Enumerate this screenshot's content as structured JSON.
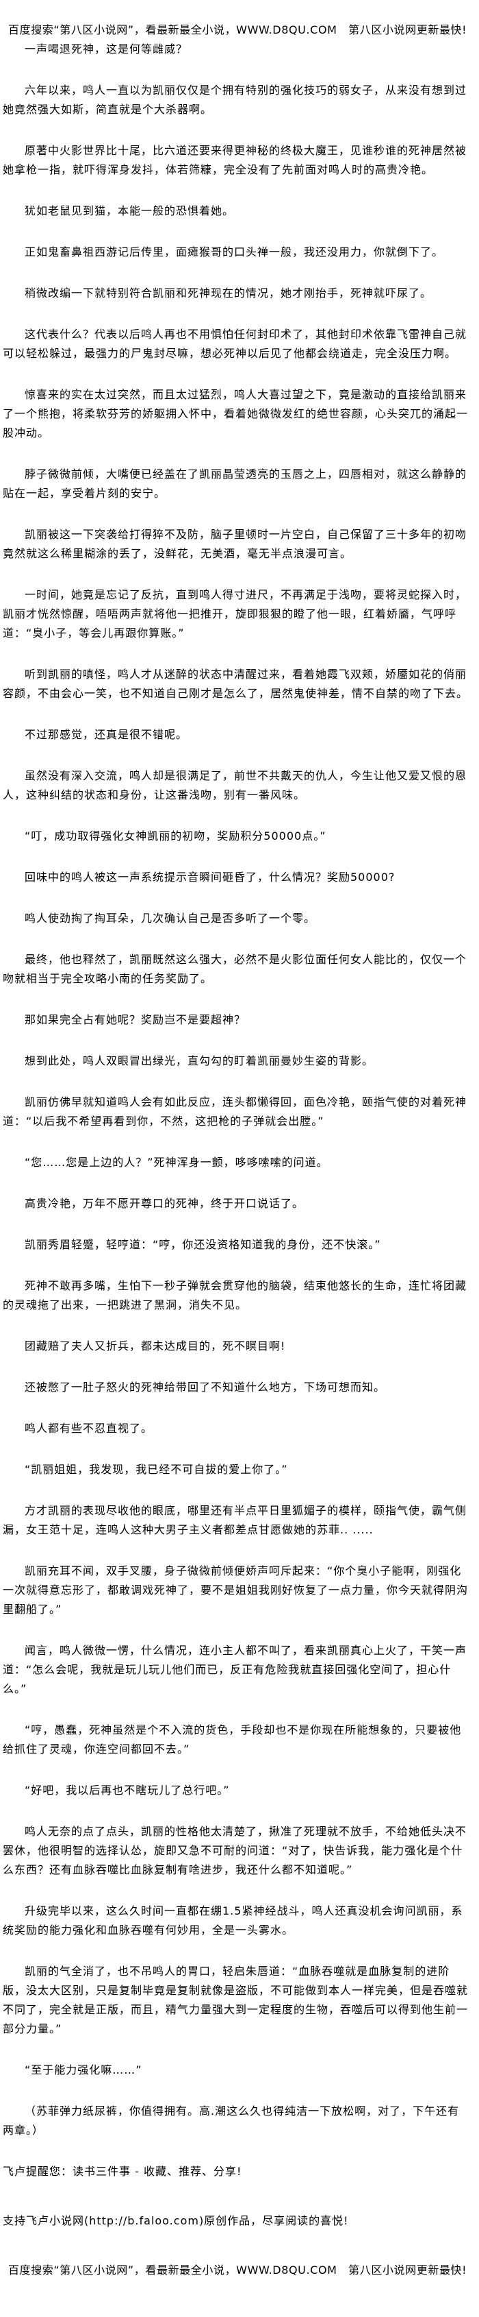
{
  "site_banner": "百度搜索“第八区小说网”，看最新最全小说，WWW.D8QU.COM　第八区小说网更新最快!",
  "paragraphs": [
    "一声喝退死神，这是何等雌威？",
    "六年以来，鸣人一直以为凯丽仅仅是个拥有特别的强化技巧的弱女子，从来没有想到过她竟然强大如斯，简直就是个大杀器啊。",
    "原著中火影世界比十尾，比六道还要来得更神秘的终极大魔王，见谁秒谁的死神居然被她拿枪一指，就吓得浑身发抖，体若筛糠，完全没有了先前面对鸣人时的高贵冷艳。",
    "犹如老鼠见到猫，本能一般的恐惧着她。",
    "正如鬼畜鼻祖西游记后传里，面瘫猴哥的口头禅一般，我还没用力，你就倒下了。",
    "稍微改编一下就特别符合凯丽和死神现在的情况，她才刚抬手，死神就吓尿了。",
    "这代表什么？代表以后鸣人再也不用惧怕任何封印术了，其他封印术依靠飞雷神自己就可以轻松躲过，最强力的尸鬼封尽嘛，想必死神以后见了他都会绕道走，完全没压力啊。",
    "惊喜来的实在太过突然，而且太过猛烈，鸣人大喜过望之下，竟是激动的直接给凯丽来了一个熊抱，将柔软芬芳的娇躯拥入怀中，看着她微微发红的绝世容颜，心头突兀的涌起一股冲动。",
    "脖子微微前倾，大嘴便已经盖在了凯丽晶莹透亮的玉唇之上，四唇相对，就这么静静的贴在一起，享受着片刻的安宁。",
    "凯丽被这一下突袭给打得猝不及防，脑子里顿时一片空白，自己保留了三十多年的初吻竟然就这么稀里糊涂的丢了，没鲜花，无美酒，毫无半点浪漫可言。",
    "一时间，她竟是忘记了反抗，直到鸣人得寸进尺，不再满足于浅吻，要将灵蛇探入时，凯丽才恍然惊醒，唔唔两声就将他一把推开，旋即狠狠的瞪了他一眼，红着娇靥，气呼呼道：“臭小子，等会儿再跟你算账。”",
    "听到凯丽的嗔怪，鸣人才从迷醉的状态中清醒过来，看着她霞飞双颊，娇靥如花的俏丽容颜，不由会心一笑，也不知道自己刚才是怎么了，居然鬼使神差，情不自禁的吻了下去。",
    "不过那感觉，还真是很不错呢。",
    "虽然没有深入交流，鸣人却是很满足了，前世不共戴天的仇人，今生让他又爱又恨的恩人，这种纠结的状态和身份，让这番浅吻，别有一番风味。",
    "“叮，成功取得强化女神凯丽的初吻，奖励积分50000点。”",
    "回味中的鸣人被这一声系统提示音瞬间砸昏了，什么情况？奖励50000?",
    "鸣人使劲掏了掏耳朵，几次确认自己是否多听了一个零。",
    "最终，他也释然了，凯丽既然这么强大，必然不是火影位面任何女人能比的，仅仅一个吻就相当于完全攻略小南的任务奖励了。",
    "那如果完全占有她呢？奖励岂不是要超神？",
    "想到此处，鸣人双眼冒出绿光，直勾勾的盯着凯丽曼妙生姿的背影。",
    "凯丽仿佛早就知道鸣人会有如此反应，连头都懒得回，面色冷艳，颐指气使的对着死神道：“以后我不希望再看到你，不然，这把枪的子弹就会出膛。”",
    "“您……您是上边的人？”死神浑身一颤，哆哆嗦嗦的问道。",
    "高贵冷艳，万年不愿开尊口的死神，终于开口说话了。",
    "凯丽秀眉轻蹙，轻哼道：“哼，你还没资格知道我的身份，还不快滚。”",
    "死神不敢再多嘴，生怕下一秒子弹就会贯穿他的脑袋，结束他悠长的生命，连忙将团藏的灵魂拖了出来，一把跳进了黑洞，消失不见。",
    "团藏赔了夫人又折兵，都未达成目的，死不瞑目啊!",
    "还被憋了一肚子怒火的死神给带回了不知道什么地方，下场可想而知。",
    "鸣人都有些不忍直视了。",
    "“凯丽姐姐，我发现，我已经不可自拔的爱上你了。”",
    "方才凯丽的表现尽收他的眼底，哪里还有半点平日里狐媚子的模样，颐指气使，霸气侧漏，女王范十足，连鸣人这种大男子主义者都差点甘愿做她的苏菲.. .....",
    "凯丽充耳不闻，双手叉腰，身子微微前倾便娇声呵斥起来：“你个臭小子能啊，刚强化一次就得意忘形了，都敢调戏死神了，要不是姐姐我刚好恢复了一点力量，你今天就得阴沟里翻船了。”",
    "闻言，鸣人微微一愣，什么情况，连小主人都不叫了，看来凯丽真心上火了，干笑一声道：“怎么会呢，我就是玩儿玩儿他们而已，反正有危险我就直接回强化空间了，担心什么。”",
    "“哼，愚蠢，死神虽然是个不入流的货色，手段却也不是你现在所能想象的，只要被他给抓住了灵魂，你连空间都回不去。”",
    "“好吧，我以后再也不瞎玩儿了总行吧。”",
    "鸣人无奈的点了点头，凯丽的性格他太清楚了，揪准了死理就不放手，不给她低头决不罢休，他很明智的选择认怂，旋即又急不可耐的问道：“对了，快告诉我，能力强化是个什么东西？还有血脉吞噬比血脉复制有啥进步，我还什么都不知道呢。”",
    "升级完毕以来，这么久时间一直都在绷1.5紧神经战斗，鸣人还真没机会询问凯丽，系统奖励的能力强化和血脉吞噬有何妙用，全是一头雾水。",
    "凯丽的气全消了，也不吊鸣人的胃口，轻启朱唇道：“血脉吞噬就是血脉复制的进阶版，没太大区别，只是复制毕竟是复制就像是盗版，不可能做到本人一样完美，但是吞噬就不同了，完全就是正版，而且，精气力量强大到一定程度的生物，吞噬后可以得到他生前一部分力量。”",
    "“至于能力强化嘛……”",
    "（苏菲弹力纸尿裤，你值得拥有。高.潮这么久也得纯洁一下放松啊，对了，下午还有两章。）"
  ],
  "notes": {
    "reminder": "飞卢提醒您：读书三件事 - 收藏、推荐、分享!",
    "support": "支持飞卢小说网(http://b.faloo.com)原创作品，尽享阅读的喜悦!"
  },
  "footer_banner": "百度搜索“第八区小说网”，看最新最全小说，WWW.D8QU.COM　第八区小说网更新最快!"
}
